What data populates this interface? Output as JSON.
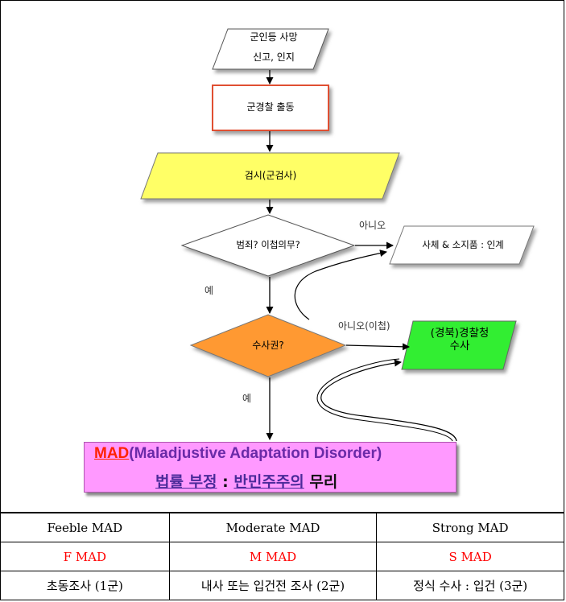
{
  "flowchart": {
    "start": {
      "line1": "군인등 사망",
      "line2": "신고, 인지"
    },
    "dispatch": "군경찰 출동",
    "autopsy": "검시(군검사)",
    "decision_crime": "범죄? 이첩의무?",
    "label_no1": "아니오",
    "handover": "사체 & 소지품 : 인계",
    "label_yes1": "예",
    "decision_authority": "수사권?",
    "label_no2": "아니오(이첩)",
    "police": {
      "line1": "(경북)경찰청",
      "line2": "수사"
    },
    "label_yes2": "예",
    "mad": {
      "abbr": "MAD",
      "expansion": "(Maladjustive Adaptation Disorder)",
      "phrase1": "법률 부정",
      "colon": " : ",
      "phrase2": "반민주주의",
      "tail": " 무리"
    }
  },
  "table": {
    "header": [
      "Feeble MAD",
      "Moderate MAD",
      "Strong MAD"
    ],
    "codes": [
      "F MAD",
      "M MAD",
      "S MAD"
    ],
    "descriptions": [
      "초동조사 (1군)",
      "내사 또는 입건전 조사 (2군)",
      "정식 수사 : 입건 (3군)"
    ]
  },
  "colors": {
    "autopsy_fill": "#ffff66",
    "authority_fill": "#ff9933",
    "police_fill": "#33ee33",
    "mad_fill": "#ff99ff",
    "dispatch_border": "#e05030",
    "code_text": "#ff0000"
  }
}
